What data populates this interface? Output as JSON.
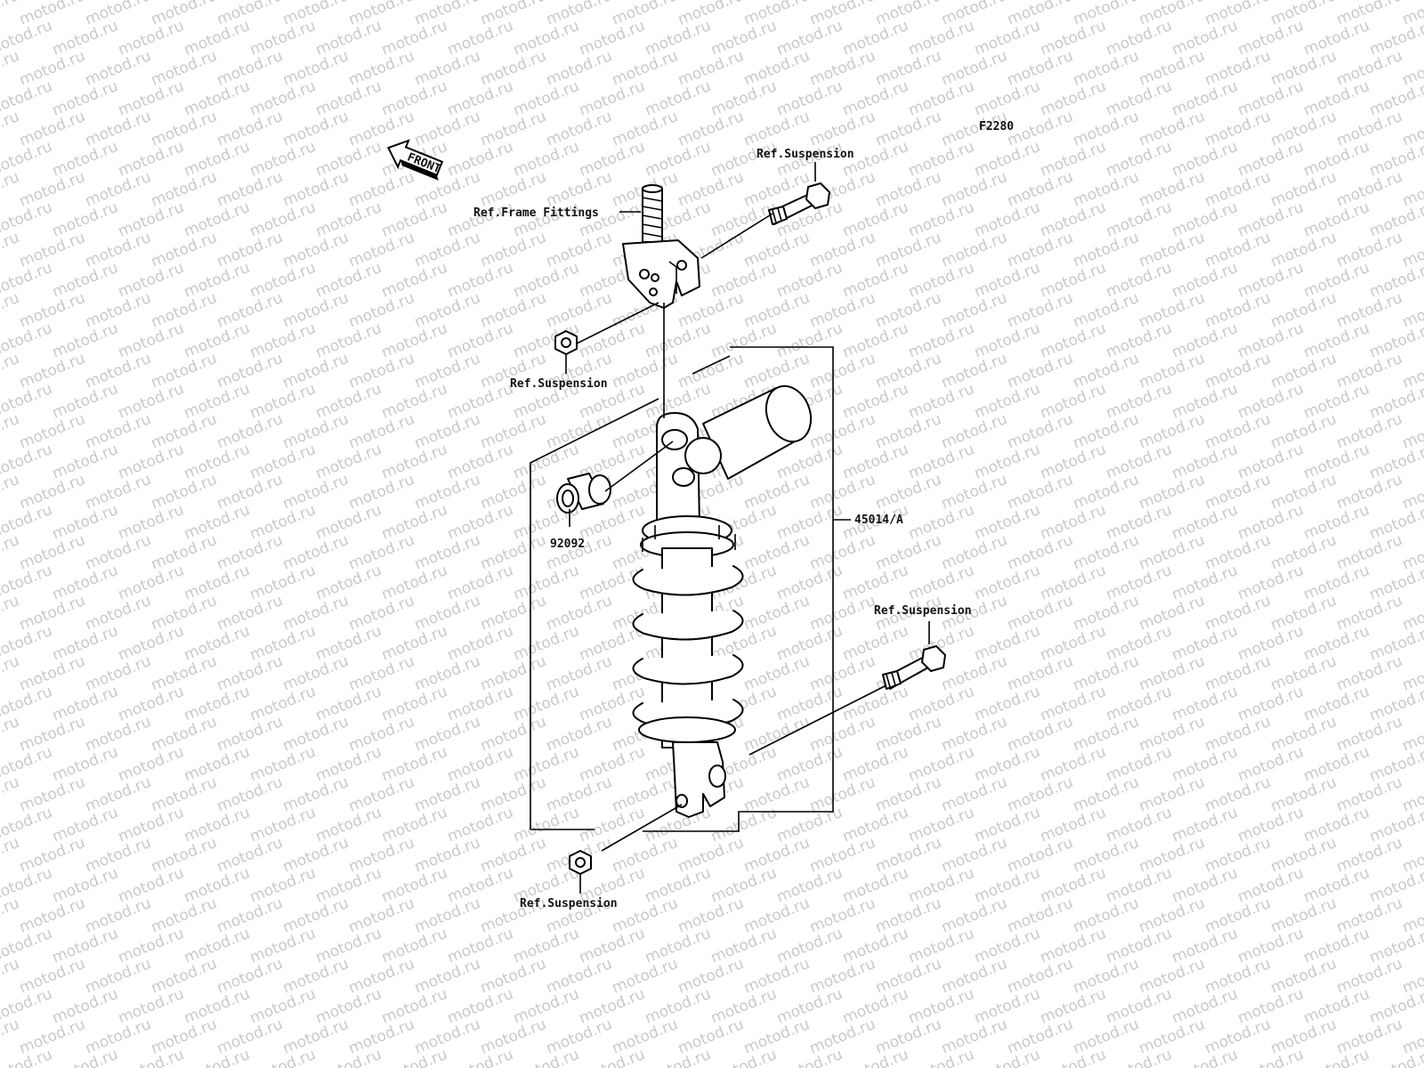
{
  "figure": {
    "code": "F2280"
  },
  "front_arrow": {
    "label": "FRONT"
  },
  "watermark": {
    "text": "motod.ru"
  },
  "callouts": {
    "ref_suspension_top": "Ref.Suspension",
    "ref_frame_fittings": "Ref.Frame Fittings",
    "ref_suspension_nut_upper": "Ref.Suspension",
    "part_92092": "92092",
    "part_45014": "45014/A",
    "ref_suspension_bolt_lower": "Ref.Suspension",
    "ref_suspension_nut_lower": "Ref.Suspension"
  }
}
